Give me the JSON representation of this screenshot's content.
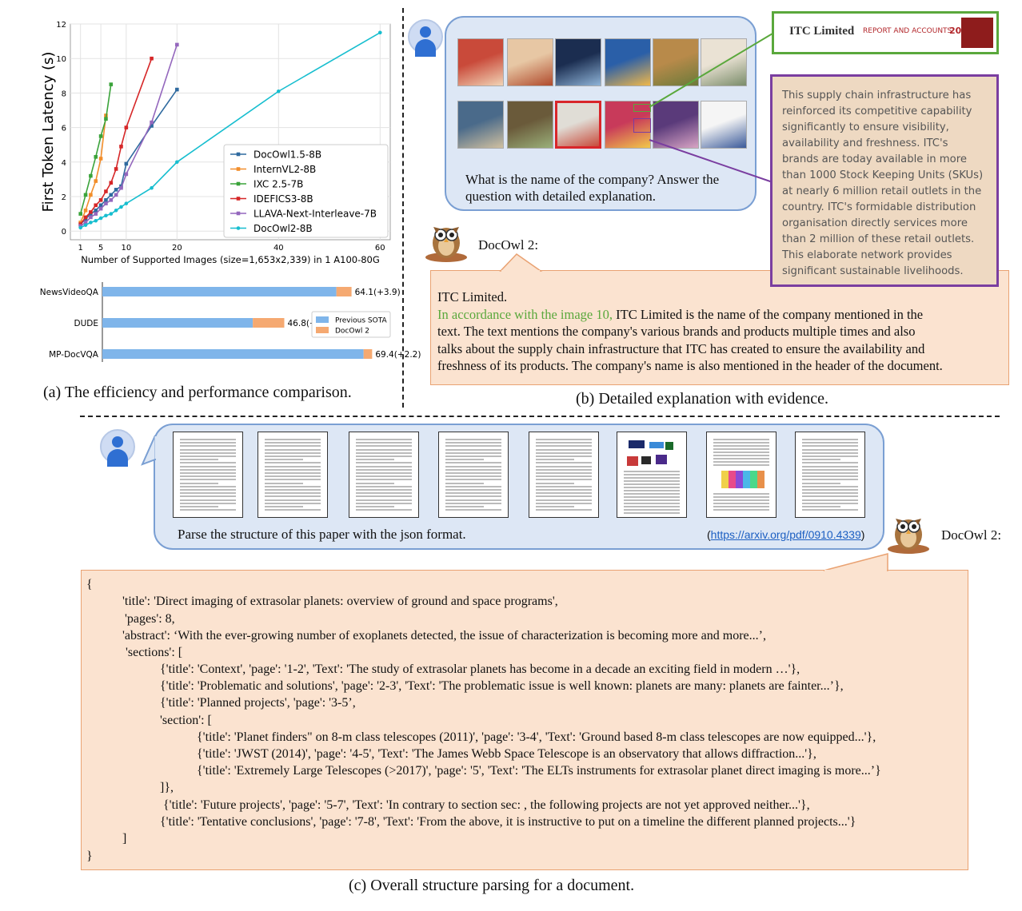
{
  "panel_a": {
    "caption": "(a) The efficiency and performance comparison.",
    "chart_data": [
      {
        "type": "line",
        "ylabel": "First Token Latency (s)",
        "xlabel": "Number of Supported Images (size=1,653x2,339) in 1 A100-80G",
        "xticks": [
          "1",
          "5",
          "10",
          "20",
          "40",
          "60"
        ],
        "yticks": [
          "0",
          "2",
          "4",
          "6",
          "8",
          "10",
          "12"
        ],
        "xlim": [
          -1,
          62
        ],
        "ylim": [
          -0.5,
          12
        ],
        "grid": true,
        "legend_position": "center-right",
        "series": [
          {
            "name": "DocOwl1.5-8B",
            "color": "#2f6a9f",
            "marker": "square",
            "x": [
              1,
              2,
              3,
              4,
              5,
              6,
              7,
              8,
              9,
              10,
              15,
              20
            ],
            "y": [
              0.4,
              0.7,
              1.0,
              1.2,
              1.5,
              1.8,
              2.1,
              2.4,
              2.6,
              3.9,
              6.1,
              8.2
            ]
          },
          {
            "name": "InternVL2-8B",
            "color": "#f28e2b",
            "marker": "square",
            "x": [
              1,
              2,
              3,
              4,
              5,
              6
            ],
            "y": [
              0.5,
              1.2,
              2.1,
              2.9,
              4.2,
              6.7
            ]
          },
          {
            "name": "IXC 2.5-7B",
            "color": "#3aa33a",
            "marker": "square",
            "x": [
              1,
              2,
              3,
              4,
              5,
              6,
              7
            ],
            "y": [
              1.0,
              2.1,
              3.2,
              4.3,
              5.5,
              6.5,
              8.5
            ]
          },
          {
            "name": "IDEFICS3-8B",
            "color": "#d62728",
            "marker": "square",
            "x": [
              1,
              2,
              3,
              4,
              5,
              6,
              7,
              8,
              9,
              10,
              15
            ],
            "y": [
              0.4,
              0.8,
              1.1,
              1.5,
              1.8,
              2.3,
              2.8,
              3.6,
              4.9,
              6.0,
              10.0
            ]
          },
          {
            "name": "LLAVA-Next-Interleave-7B",
            "color": "#9467bd",
            "marker": "square",
            "x": [
              1,
              2,
              3,
              4,
              5,
              6,
              7,
              8,
              9,
              10,
              15,
              20
            ],
            "y": [
              0.3,
              0.5,
              0.8,
              1.0,
              1.3,
              1.6,
              1.8,
              2.1,
              2.5,
              3.3,
              6.3,
              10.8
            ]
          },
          {
            "name": "DocOwl2-8B",
            "color": "#17becf",
            "marker": "circle",
            "x": [
              1,
              2,
              3,
              4,
              5,
              6,
              7,
              8,
              9,
              10,
              15,
              20,
              40,
              60
            ],
            "y": [
              0.2,
              0.35,
              0.5,
              0.6,
              0.75,
              0.9,
              1.0,
              1.2,
              1.4,
              1.6,
              2.5,
              4.0,
              8.1,
              11.5
            ]
          }
        ]
      },
      {
        "type": "bar",
        "orientation": "horizontal",
        "stacked": true,
        "categories": [
          "NewsVideoQA",
          "DUDE",
          "MP-DocVQA"
        ],
        "series": [
          {
            "name": "Previous SOTA",
            "color": "#7fb5ea",
            "values": [
              60.2,
              38.7,
              67.2
            ]
          },
          {
            "name": "DocOwl 2",
            "color": "#f5a971",
            "values": [
              3.9,
              8.1,
              2.2
            ]
          }
        ],
        "data_labels": [
          "64.1(+3.9)",
          "46.8(+8.1)",
          "69.4(+2.2)"
        ],
        "xlim": [
          0,
          72
        ],
        "legend_position": "center-right"
      }
    ]
  },
  "panel_b": {
    "caption": "(b) Detailed explanation with evidence.",
    "question": [
      "What is the name of the company? Answer the",
      "question with detailed explanation."
    ],
    "zoom_header": {
      "company": "ITC Limited",
      "report": "REPORT AND ACCOUNTS",
      "year": "2013"
    },
    "zoom_text": [
      "This supply chain infrastructure has",
      "reinforced its competitive capability",
      "significantly to ensure visibility,",
      "availability and freshness. ITC's",
      "brands are today available in more",
      "than 1000 Stock Keeping Units (SKUs)",
      "at nearly 6 million retail outlets in the",
      "country. ITC's formidable distribution",
      "organisation directly services more",
      "than 2 million of these retail outlets.",
      "This elaborate network provides",
      "significant sustainable livelihoods."
    ],
    "bot_name": "DocOwl 2:",
    "answer_first": "ITC Limited.",
    "answer_green": "In accordance with the image 10,",
    "answer_rest1": " ITC Limited is the name of the company mentioned in the",
    "answer_lines": [
      "text. The text mentions the company's various brands and products multiple times and also",
      "talks about the supply chain infrastructure that ITC has created to ensure the availability and",
      "freshness of its products. The company's name is also mentioned in the header of the document."
    ],
    "colors": {
      "green": "#5aa83c",
      "purple": "#7a3ea0",
      "red": "#d8262a"
    }
  },
  "panel_c": {
    "caption": "(c) Overall structure parsing for a document.",
    "question": "Parse the structure of this paper with the json format.",
    "link_open": "(",
    "link": "https://arxiv.org/pdf/0910.4339",
    "link_close": ")",
    "bot_name": "DocOwl 2:",
    "code_lines": [
      "{",
      "'title': 'Direct imaging of extrasolar planets: overview of ground and space programs',",
      "'pages': 8,",
      "'abstract': ‘With the ever-growing number of exoplanets detected, the issue of characterization is becoming more and more...’,",
      "'sections': [",
      "{'title': 'Context', 'page': '1-2', 'Text': 'The study of extrasolar planets has become in a decade an exciting field in modern …'},",
      "{'title': 'Problematic and solutions', 'page': '2-3', 'Text': 'The problematic issue is well known: planets are many: planets are fainter...’},",
      "{'title': 'Planned projects', 'page': '3-5’,",
      "'section': [",
      "{'title': 'Planet finders\" on 8-m class telescopes (2011)', 'page': '3-4', 'Text': 'Ground based 8-m class telescopes are now equipped...'},",
      "{'title': 'JWST (2014)', 'page': '4-5', 'Text': 'The James Webb Space Telescope is an observatory that allows diffraction...'},",
      "{'title': 'Extremely Large Telescopes (>2017)', 'page': '5', 'Text': 'The ELTs instruments for extrasolar planet direct imaging is more...’}",
      "]},",
      "{'title': 'Future projects', 'page': '5-7', 'Text': 'In contrary to section sec: , the following projects are not yet approved neither...'},",
      "{'title': 'Tentative conclusions', 'page': '7-8', 'Text': 'From the above, it is instructive to put on a timeline the different planned projects...'}",
      "]",
      "}"
    ]
  }
}
